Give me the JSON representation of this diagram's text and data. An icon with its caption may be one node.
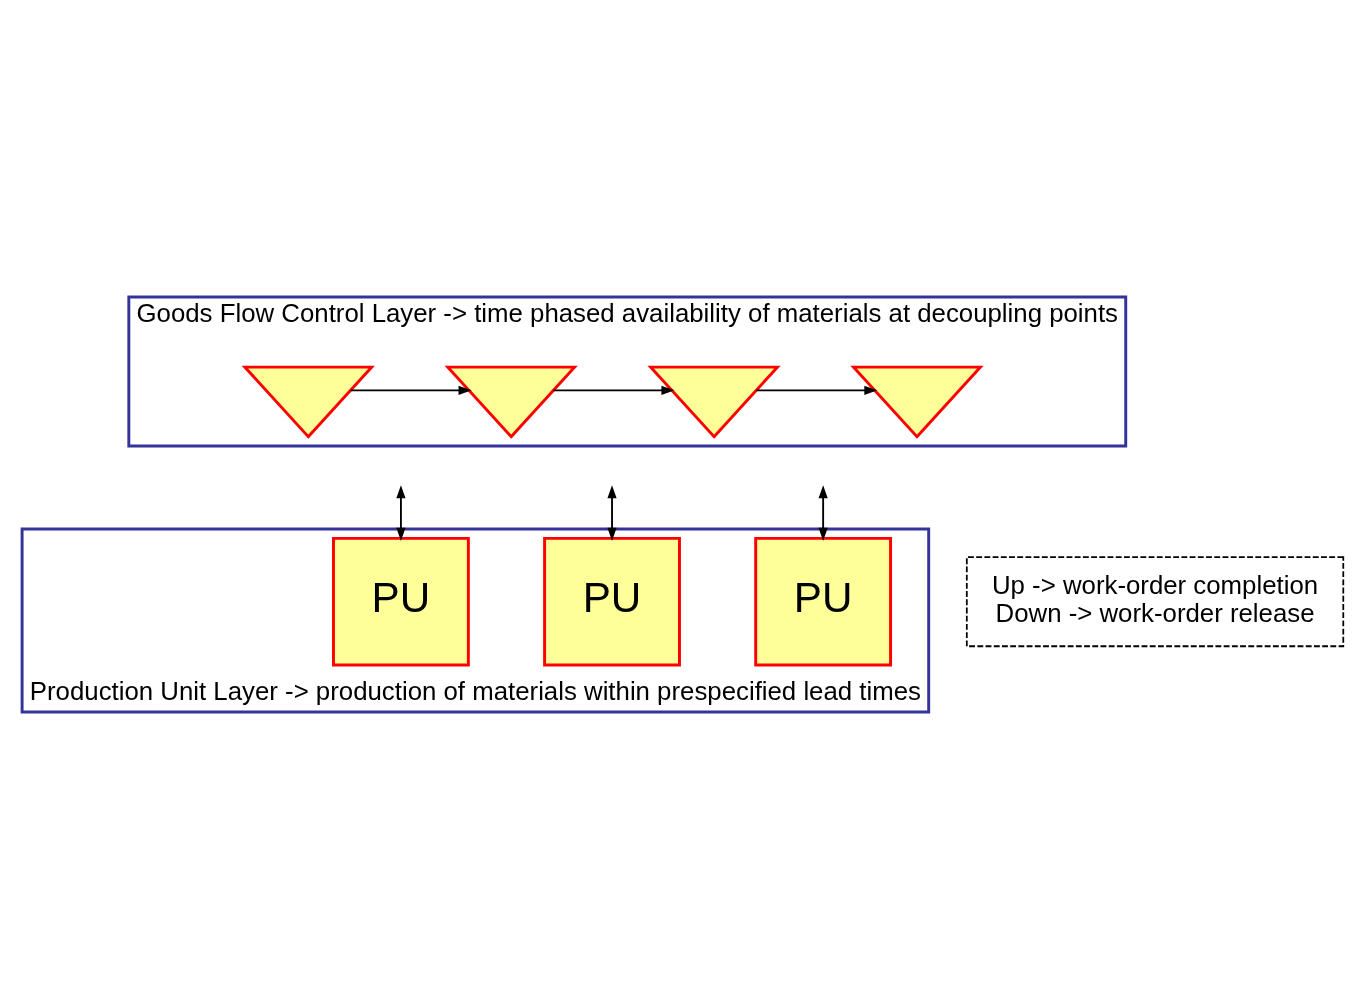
{
  "diagram": {
    "nodes": [
      {
        "text": [
          "Goods Flow Control Layer -> time phased availability of materials at decoupling points"
        ]
      },
      {
        "text": [],
        "shape": "triangle",
        "in": 0
      },
      {
        "text": [],
        "shape": "triangle",
        "in": 0
      },
      {
        "text": [],
        "shape": "triangle",
        "in": 0
      },
      {
        "text": [],
        "shape": "triangle",
        "in": 0
      },
      {
        "text": [
          "Up -> work-order completion",
          "Down -> work-order release"
        ]
      },
      {
        "text": [
          "Production Unit Layer -> production of materials within prespecified lead times"
        ]
      },
      {
        "text": [
          "PU"
        ],
        "in": 6
      },
      {
        "text": [
          "PU"
        ],
        "in": 6
      },
      {
        "text": [
          "PU"
        ],
        "in": 6
      }
    ],
    "edges": [
      {
        "from": 1,
        "to": 2,
        "arrow": "to"
      },
      {
        "from": 2,
        "to": 3,
        "arrow": "to"
      },
      {
        "from": 3,
        "to": 4,
        "arrow": "to"
      },
      {
        "from": null,
        "to": 7,
        "arrow": "both"
      },
      {
        "from": null,
        "to": 8,
        "arrow": "both"
      },
      {
        "from": null,
        "to": 9,
        "arrow": "both"
      }
    ]
  }
}
